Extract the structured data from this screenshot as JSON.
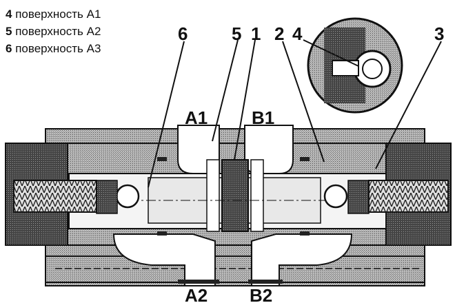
{
  "legend": [
    {
      "num": "4",
      "text": "поверхность A1"
    },
    {
      "num": "5",
      "text": "поверхность A2"
    },
    {
      "num": "6",
      "text": "поверхность A3"
    }
  ],
  "callouts": [
    "6",
    "5",
    "1",
    "2",
    "4",
    "3"
  ],
  "ports": {
    "a1": "A1",
    "b1": "B1",
    "a2": "A2",
    "b2": "B2"
  },
  "colors": {
    "ink": "#111111",
    "hatch": "#9a9a9a",
    "dense": "#3a3a3a",
    "light": "#d6d6d6",
    "paper": "#ffffff"
  }
}
